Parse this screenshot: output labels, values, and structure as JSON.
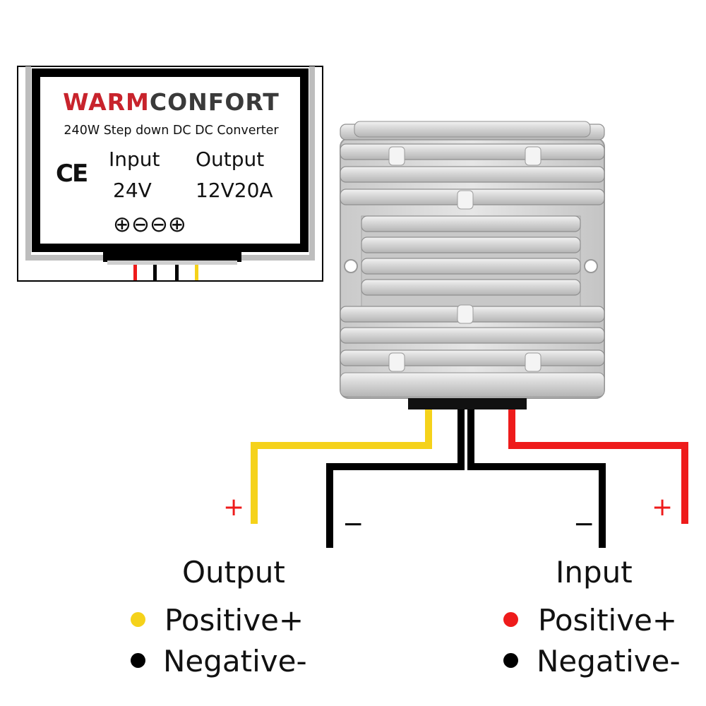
{
  "colors": {
    "background": "#ffffff",
    "brand_red": "#c8232c",
    "brand_dark": "#3a3a3a",
    "wire_yellow": "#f5d21a",
    "wire_red": "#ee1b1b",
    "wire_black": "#000000",
    "housing": "#d7d7d7"
  },
  "label": {
    "brand_part1": "WARM",
    "brand_part2": "CONFORT",
    "subtitle": "240W  Step down DC DC Converter",
    "certification": "CE",
    "input_heading": "Input",
    "output_heading": "Output",
    "input_value": "24V",
    "output_value": "12V20A",
    "terminal_symbols": "⊕⊖⊖⊕"
  },
  "wires": {
    "output_positive_sign": "+",
    "output_negative_sign": "−",
    "input_negative_sign": "−",
    "input_positive_sign": "+"
  },
  "legend": {
    "output": {
      "heading": "Output",
      "positive": "Positive+",
      "negative": "Negative-",
      "positive_color": "#f5d21a",
      "negative_color": "#000000"
    },
    "input": {
      "heading": "Input",
      "positive": "Positive+",
      "negative": "Negative-",
      "positive_color": "#ee1b1b",
      "negative_color": "#000000"
    }
  }
}
